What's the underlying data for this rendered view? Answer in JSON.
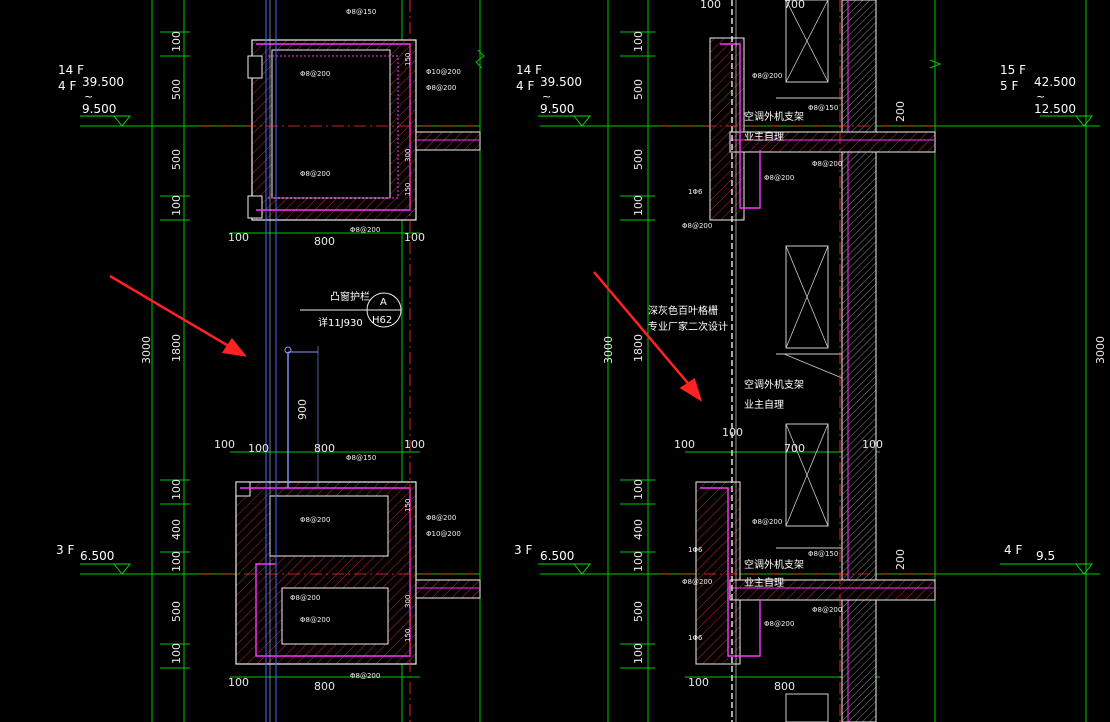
{
  "colors": {
    "background": "#000000",
    "grid": "#00c800",
    "wall": "#f0f0f0",
    "rebar": "#ff33ff",
    "axis": "#ff3333",
    "hatch": "#cc2a2a",
    "glass": "#4466ff",
    "level": "#00dd00",
    "arrow": "#ff2222"
  },
  "left_panel": {
    "level_upper": {
      "floor_a": "14 F",
      "floor_b": "4 F",
      "elev_a": "39.500",
      "tilde": "~",
      "elev_b": "9.500"
    },
    "level_lower": {
      "floor": "3 F",
      "elev": "6.500"
    },
    "vdims": [
      "100",
      "500",
      "500",
      "100",
      "1800",
      "100",
      "400",
      "100",
      "500",
      "100"
    ],
    "overall_dim": "3000",
    "slab_dims": [
      "100",
      "800",
      "100"
    ],
    "mid_dims": [
      "100",
      "100",
      "800",
      "100"
    ],
    "bot_dims": [
      "100",
      "800"
    ],
    "railing_label": "凸窗护栏",
    "railing_ref": "详11J930",
    "detail_mark_top": "A",
    "detail_mark_bottom": "H62",
    "railing_height": "900",
    "bar_labels": [
      "Φ8@150",
      "Φ8@200",
      "Φ8@200",
      "Φ10@200",
      "Φ8@200",
      "150",
      "300",
      "150",
      "Φ8@200"
    ],
    "bar_labels_lower": [
      "Φ8@150",
      "Φ8@200",
      "Φ8@200",
      "Φ10@200",
      "150",
      "300",
      "150",
      "Φ8@200",
      "Φ8@200",
      "Φ8@200"
    ]
  },
  "right_panel": {
    "level_upper": {
      "floor_a": "14 F",
      "floor_b": "4 F",
      "elev_a": "39.500",
      "tilde": "~",
      "elev_b": "9.500"
    },
    "level_lower": {
      "floor": "3 F",
      "elev": "6.500"
    },
    "level_right_upper": {
      "floor_a": "15 F",
      "floor_b": "5 F",
      "elev_a": "42.500",
      "tilde": "~",
      "elev_b": "12.500"
    },
    "level_right_lower": {
      "floor": "4 F",
      "elev": "9.5"
    },
    "vdims": [
      "100",
      "500",
      "500",
      "100",
      "1800",
      "100",
      "400",
      "100",
      "500",
      "100"
    ],
    "overall_dim": "3000",
    "overall_dim_right": "3000",
    "top_dims": [
      "100",
      "700"
    ],
    "mid_dims": [
      "100",
      "100",
      "700",
      "100"
    ],
    "bot_dims": [
      "100",
      "800"
    ],
    "slab_dim_200": "200",
    "slab_dim_200_lower": "200",
    "louver_label_1": "深灰色百叶格栅",
    "louver_label_2": "专业厂家二次设计",
    "ac_label_1": "空调外机支架",
    "ac_label_2": "业主自理",
    "ac_label_mid_1": "空调外机支架",
    "ac_label_mid_2": "业主自理",
    "ac_label_low_1": "空调外机支架",
    "ac_label_low_2": "业主自理",
    "bar_labels": [
      "Φ8@200",
      "Φ8@150",
      "Φ8@200",
      "Φ8@200",
      "1Φ6",
      "Φ8@200"
    ],
    "bar_labels_lower": [
      "Φ8@200",
      "Φ8@150",
      "Φ8@200",
      "Φ8@200",
      "1Φ6",
      "Φ8@200",
      "1Φ6"
    ]
  }
}
